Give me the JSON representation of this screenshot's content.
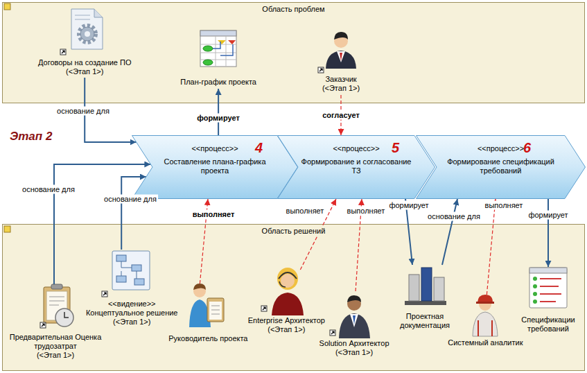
{
  "diagram": {
    "nodes": [
      {
        "text": [
          "Область проблем"
        ]
      },
      {
        "text": [
          "Договоры на создание ПО",
          "(<Этап 1>)"
        ],
        "in": 0
      },
      {
        "text": [
          "План-график проекта"
        ],
        "in": 0
      },
      {
        "text": [
          "Заказчик",
          "(<Этап 1>)"
        ],
        "in": 0
      },
      {
        "text": [
          "<<процесс>>",
          "Составление плана-графика проекта",
          "4"
        ]
      },
      {
        "text": [
          "<<процесс>>",
          "Формирование и согласование ТЗ",
          "5"
        ]
      },
      {
        "text": [
          "<<процесс>>",
          "Формирование спецификаций требований",
          "6"
        ]
      },
      {
        "text": [
          "Область решений"
        ]
      },
      {
        "text": [
          "Предварительная Оценка трудозатрат",
          "(<Этап 1>)"
        ],
        "in": 7
      },
      {
        "text": [
          "<<видение>>",
          "Концептуальное решение",
          "(<Этап 1>)"
        ],
        "in": 7
      },
      {
        "text": [
          "Руководитель проекта"
        ],
        "in": 7
      },
      {
        "text": [
          "Enterprise Архитектор",
          "(<Этап 1>)"
        ],
        "in": 7
      },
      {
        "text": [
          "Solution Архитектор",
          "(<Этап 1>)"
        ],
        "in": 7
      },
      {
        "text": [
          "Проектная документация"
        ],
        "in": 7
      },
      {
        "text": [
          "Системный аналитик"
        ],
        "in": 7
      },
      {
        "text": [
          "Спецификации требований"
        ],
        "in": 7
      }
    ],
    "edges": [
      {
        "from": 1,
        "to": 4,
        "label": "основание для",
        "arrow": "to"
      },
      {
        "from": 4,
        "to": 2,
        "label": "формирует",
        "arrow": "to"
      },
      {
        "from": 3,
        "to": 5,
        "label": "согласует",
        "arrow": "to"
      },
      {
        "from": 8,
        "to": 4,
        "label": "основание для",
        "arrow": "to"
      },
      {
        "from": 9,
        "to": 4,
        "label": "основание для",
        "arrow": "to"
      },
      {
        "from": 10,
        "to": 4,
        "label": "выполняет",
        "arrow": "to"
      },
      {
        "from": 11,
        "to": 5,
        "label": "выполняет",
        "arrow": "to"
      },
      {
        "from": 12,
        "to": 5,
        "label": "выполняет",
        "arrow": "to"
      },
      {
        "from": 5,
        "to": 13,
        "label": "формирует",
        "arrow": "to"
      },
      {
        "from": 13,
        "to": 6,
        "label": "основание для",
        "arrow": "to"
      },
      {
        "from": 14,
        "to": 6,
        "label": "выполняет",
        "arrow": "to"
      },
      {
        "from": 6,
        "to": 15,
        "label": "формирует",
        "arrow": "to"
      }
    ],
    "labels": [
      "Этап 2"
    ]
  }
}
